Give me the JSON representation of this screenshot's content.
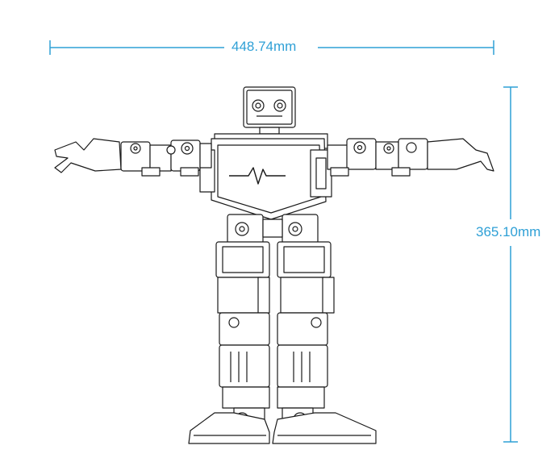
{
  "dimensions": {
    "width_label": "448.74mm",
    "height_label": "365.10mm"
  },
  "colors": {
    "dimension_line": "#2fa0d6",
    "drawing_stroke": "#1a1a1a",
    "background": "#ffffff"
  },
  "figure": {
    "subject": "humanoid-robot-line-drawing"
  }
}
